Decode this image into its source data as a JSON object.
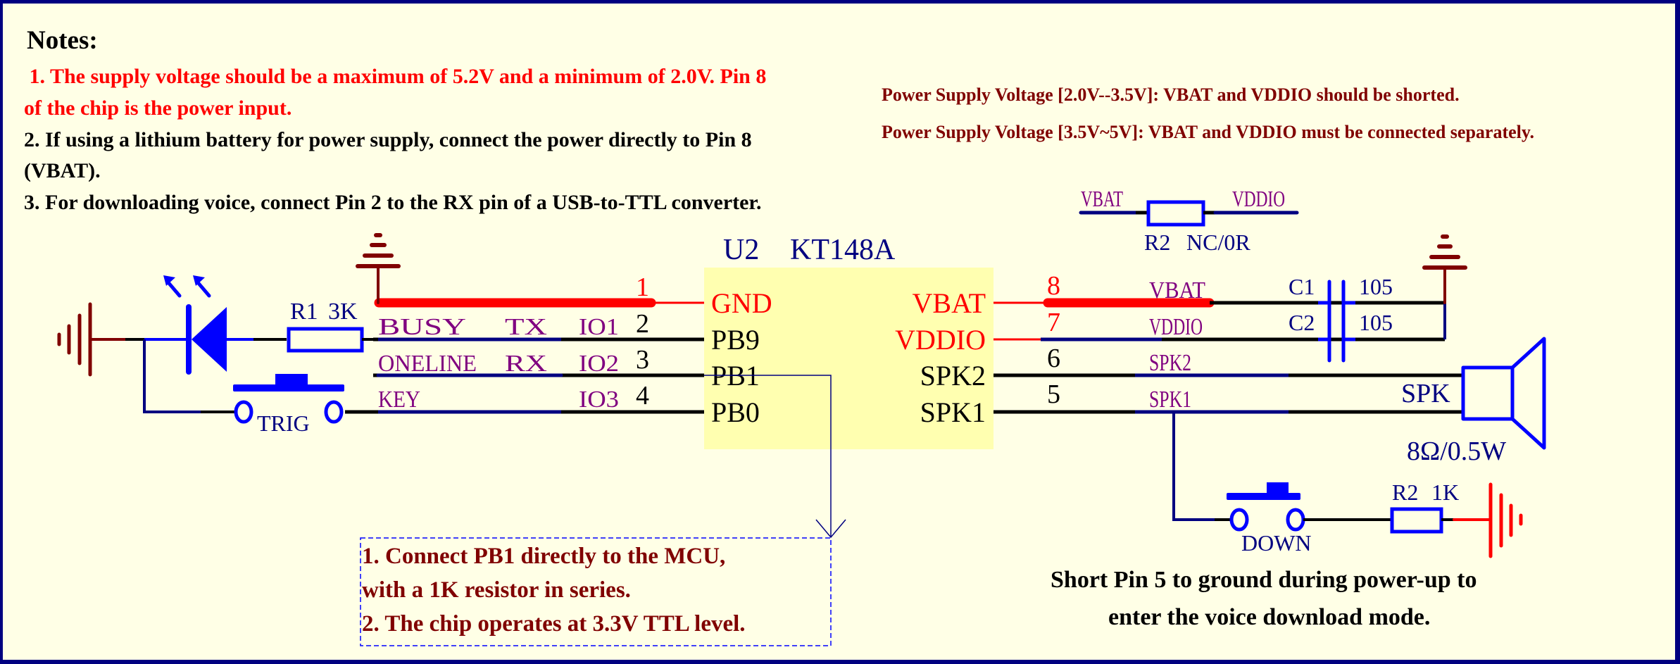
{
  "colors": {
    "frame": "#000080",
    "background": "#FFFFE6",
    "chip_body": "#FFFFB0",
    "net_label": "#800080",
    "component_label": "#000080",
    "power_pin": "#FF0000",
    "ground_symbol": "#800000",
    "component_outline": "#0000FF",
    "wire": "#000080",
    "pin_line": "#000000",
    "note_red": "#FF0000",
    "note_dark_red": "#800000",
    "note_black": "#000000"
  },
  "notes": {
    "title": "Notes:",
    "items": [
      " 1. The supply voltage should be a maximum of 5.2V and a minimum of 2.0V. Pin 8",
      "of the chip is the power input.",
      "2. If using a lithium battery for power supply, connect the power directly to Pin 8",
      "(VBAT).",
      "3. For downloading voice, connect Pin 2 to the RX pin of a USB-to-TTL converter."
    ]
  },
  "power_notes": [
    "Power Supply Voltage [2.0V--3.5V]: VBAT and VDDIO should be shorted.",
    "Power Supply Voltage [3.5V~5V]: VBAT and VDDIO must be connected separately."
  ],
  "chip": {
    "designator": "U2",
    "part": "KT148A",
    "left_pins": [
      {
        "number": "1",
        "name": "GND",
        "power": true
      },
      {
        "number": "2",
        "name": "PB9",
        "power": false
      },
      {
        "number": "3",
        "name": "PB1",
        "power": false
      },
      {
        "number": "4",
        "name": "PB0",
        "power": false
      }
    ],
    "right_pins": [
      {
        "number": "8",
        "name": "VBAT",
        "power": true
      },
      {
        "number": "7",
        "name": "VDDIO",
        "power": true
      },
      {
        "number": "6",
        "name": "SPK2",
        "power": false
      },
      {
        "number": "5",
        "name": "SPK1",
        "power": false
      }
    ]
  },
  "left_nets": [
    {
      "a": "BUSY",
      "b": "TX",
      "c": "IO1"
    },
    {
      "a": "ONELINE",
      "b": "RX",
      "c": "IO2"
    },
    {
      "a": "KEY",
      "b": "",
      "c": "IO3"
    }
  ],
  "right_nets": [
    "VBAT",
    "VDDIO",
    "SPK2",
    "SPK1"
  ],
  "components": {
    "r1": {
      "designator": "R1",
      "value": "3K"
    },
    "trig_switch": {
      "label": "TRIG"
    },
    "r2_bridge": {
      "designator": "R2",
      "value": "NC/0R",
      "left_net": "VBAT",
      "right_net": "VDDIO"
    },
    "c1": {
      "designator": "C1",
      "value": "105"
    },
    "c2": {
      "designator": "C2",
      "value": "105"
    },
    "speaker": {
      "designator": "SPK",
      "value": "8Ω/0.5W"
    },
    "down_switch": {
      "label": "DOWN"
    },
    "r2_down": {
      "designator": "R2",
      "value": "1K"
    }
  },
  "callout": {
    "lines": [
      "1. Connect PB1 directly to the MCU,",
      "with a 1K resistor in series.",
      "2. The chip operates at 3.3V TTL level."
    ]
  },
  "download_note": {
    "lines": [
      "Short Pin 5 to ground during power-up to",
      "enter the voice download mode."
    ]
  }
}
